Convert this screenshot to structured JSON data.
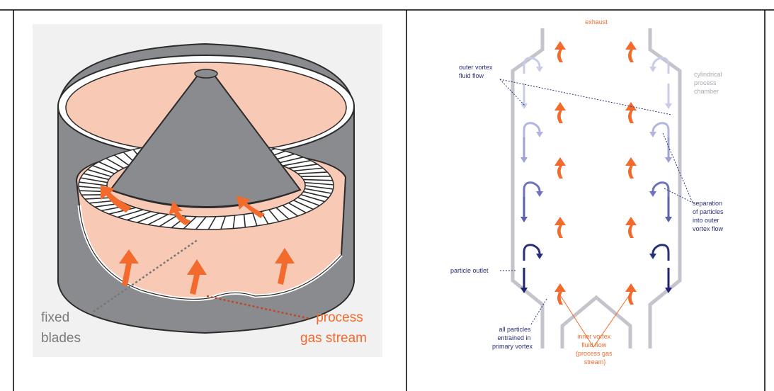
{
  "left_panel": {
    "fixed_blades_label": [
      "fixed",
      "blades"
    ],
    "process_gas_label": [
      "process",
      "gas stream"
    ]
  },
  "right_panel": {
    "exhaust": "exhaust",
    "outer_vortex": [
      "outer vortex",
      "fluid flow"
    ],
    "cylindrical_chamber": [
      "cylindrical",
      "process",
      "chamber"
    ],
    "separation": [
      "separation",
      "of particles",
      "into outer",
      "vortex flow"
    ],
    "particle_outlet": "particle outlet",
    "all_particles": [
      "all particles",
      "entrained in",
      "primary vortex"
    ],
    "inner_vortex": [
      "inner vortex",
      "fluid flow",
      "(process gas",
      "stream)"
    ]
  },
  "colors": {
    "orange": "#f26a2c",
    "salmon": "#f8c9b5",
    "gray_body": "#8a8b8e",
    "wall_gray": "#c4c4cc",
    "navy": "#2a2f7a",
    "light_violet": "#b8bce0",
    "label_gray": "#9a9a9a"
  }
}
